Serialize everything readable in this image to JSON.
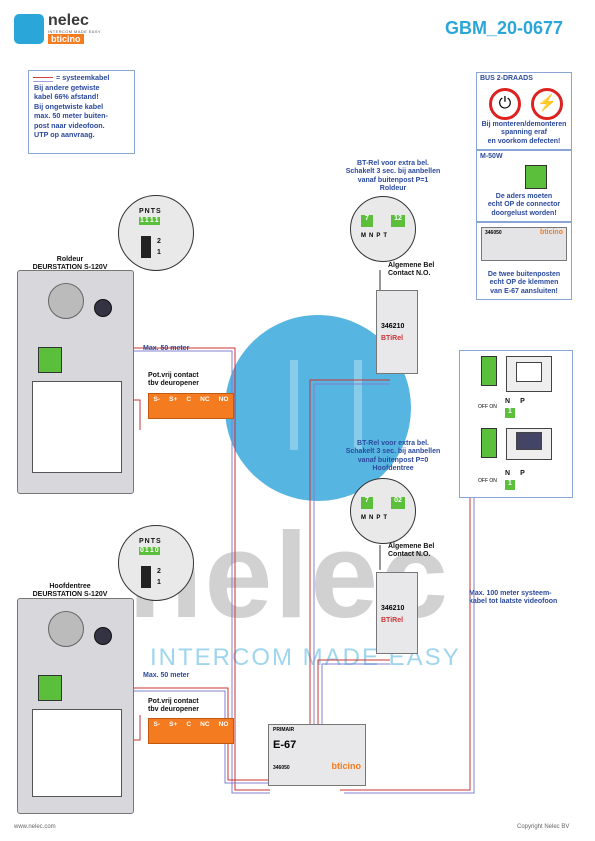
{
  "header": {
    "doc_id": "GBM_20-0677",
    "logo_name": "nelec",
    "logo_tagline": "INTERCOM MADE EASY",
    "logo_brand": "bticino"
  },
  "note": {
    "legend": "= systeemkabel",
    "lines": [
      "Bij andere getwiste",
      "kabel 66% afstand!",
      "Bij ongetwiste kabel",
      "max. 50 meter buiten-",
      "post naar videofoon.",
      "UTP op aanvraag."
    ]
  },
  "bus_box": {
    "title": "BUS 2-DRAADS",
    "warning": [
      "Bij monteren/demonteren",
      "spanning eraf",
      "en voorkom defecten!"
    ]
  },
  "m50_box": {
    "title": "M-50W",
    "text": [
      "De aders moeten",
      "echt OP de connector",
      "doorgelust worden!"
    ]
  },
  "e67_small": {
    "code": "346050",
    "brand": "bticino",
    "text": [
      "De twee buitenposten",
      "echt OP de klemmen",
      "van E-67 aansluiten!"
    ]
  },
  "top_station": {
    "name": "Roldeur",
    "model": "DEURSTATION S-120V",
    "dip_labels": [
      "P",
      "N",
      "T",
      "S"
    ],
    "dip_values": [
      "1",
      "1",
      "1",
      "1"
    ],
    "dip_pos": [
      "2",
      "1"
    ]
  },
  "bottom_station": {
    "name": "Hoofdentree",
    "model": "DEURSTATION S-120V",
    "dip_labels": [
      "P",
      "N",
      "T",
      "S"
    ],
    "dip_values": [
      "0",
      "1",
      "1",
      "0"
    ],
    "dip_pos": [
      "2",
      "1"
    ]
  },
  "relay_top": {
    "desc": [
      "BT-Rel voor extra bel.",
      "Schakelt 3 sec. bij aanbellen",
      "vanaf buitenpost P=1",
      "Roldeur"
    ],
    "zoom_left": "7",
    "zoom_right": "12",
    "zoom_labels": [
      "M",
      "N",
      "P",
      "T"
    ],
    "contact": [
      "Algemene Bel",
      "Contact N.O."
    ],
    "model": "346210",
    "brand": "BTiRel"
  },
  "relay_bottom": {
    "desc": [
      "BT-Rel voor extra bel.",
      "Schakelt 3 sec. bij aanbellen",
      "vanaf buitenpost P=0",
      "Hoofdentree"
    ],
    "zoom_left": "7",
    "zoom_right": "02",
    "zoom_labels": [
      "M",
      "N",
      "P",
      "T"
    ],
    "contact": [
      "Algemene Bel",
      "Contact N.O."
    ],
    "model": "346210",
    "brand": "BTiRel"
  },
  "contacts": {
    "title": [
      "Pot.vrij contact",
      "tbv deuropener"
    ],
    "terminals": [
      "S-",
      "S+",
      "C",
      "NC",
      "NO"
    ]
  },
  "cable_labels": {
    "top": "Max. 50 meter",
    "bottom": "Max. 50 meter",
    "right": [
      "Max. 100 meter systeem-",
      "kabel tot laatste videofoon"
    ]
  },
  "monitors": {
    "n_label": "N",
    "p_label": "P",
    "p_value": "1",
    "switch": "OFF ON"
  },
  "e67": {
    "label": "PRIMAIR",
    "model": "E-67",
    "code": "346050",
    "brand": "bticino"
  },
  "footer": {
    "left": "www.nelec.com",
    "right": "Copyright Nelec BV"
  },
  "colors": {
    "accent": "#2aa7d8",
    "text_blue": "#2b4a9c",
    "orange": "#f47b20",
    "cable_red": "#cc3333",
    "cable_blue": "#8080d0"
  }
}
